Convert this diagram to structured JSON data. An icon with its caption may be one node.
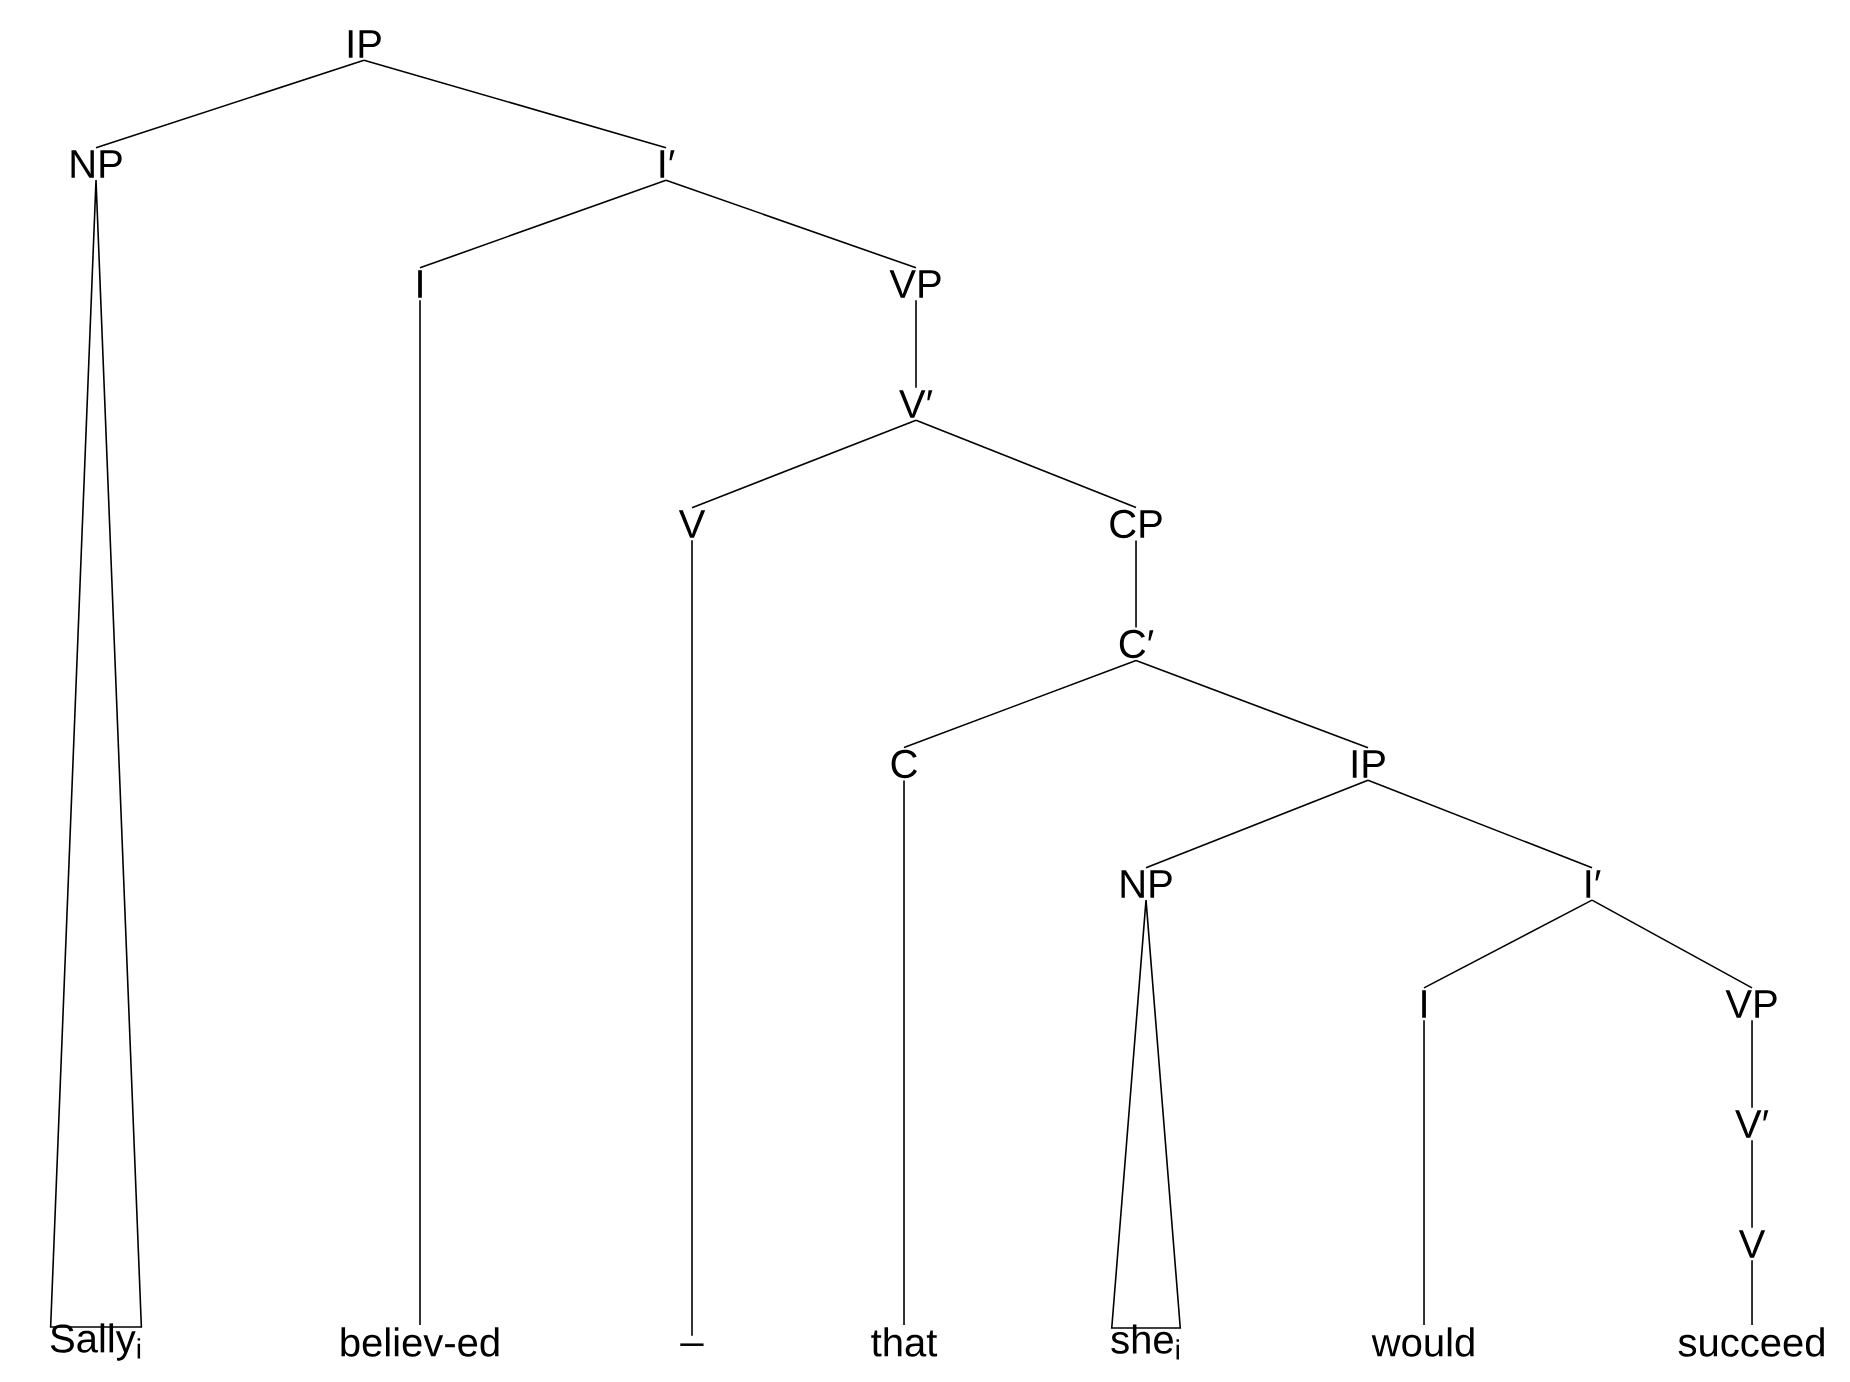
{
  "diagram": {
    "nodes": [
      {
        "text": [
          "IP"
        ]
      },
      {
        "text": [
          "NP"
        ]
      },
      {
        "text": [
          "I′"
        ]
      },
      {
        "text": [
          "I"
        ]
      },
      {
        "text": [
          "VP"
        ]
      },
      {
        "text": [
          "V′"
        ]
      },
      {
        "text": [
          "V"
        ]
      },
      {
        "text": [
          "CP"
        ]
      },
      {
        "text": [
          "C′"
        ]
      },
      {
        "text": [
          "C"
        ]
      },
      {
        "text": [
          "IP"
        ]
      },
      {
        "text": [
          "NP"
        ]
      },
      {
        "text": [
          "I′"
        ]
      },
      {
        "text": [
          "I"
        ]
      },
      {
        "text": [
          "VP"
        ]
      },
      {
        "text": [
          "V′"
        ]
      },
      {
        "text": [
          "V"
        ]
      },
      {
        "text": [
          "Sally$_{i}$"
        ]
      },
      {
        "text": [
          "believ-ed"
        ]
      },
      {
        "text": [
          "_"
        ]
      },
      {
        "text": [
          "that"
        ]
      },
      {
        "text": [
          "she$_{i}$"
        ]
      },
      {
        "text": [
          "would"
        ]
      },
      {
        "text": [
          "succeed"
        ]
      }
    ],
    "edges": [
      {
        "from": 0,
        "to": 1,
        "arrow": "none"
      },
      {
        "from": 0,
        "to": 2,
        "arrow": "none"
      },
      {
        "from": 1,
        "to": 17,
        "arrow": "none"
      },
      {
        "from": 2,
        "to": 3,
        "arrow": "none"
      },
      {
        "from": 2,
        "to": 4,
        "arrow": "none"
      },
      {
        "from": 3,
        "to": 18,
        "arrow": "none"
      },
      {
        "from": 4,
        "to": 5,
        "arrow": "none"
      },
      {
        "from": 5,
        "to": 6,
        "arrow": "none"
      },
      {
        "from": 5,
        "to": 7,
        "arrow": "none"
      },
      {
        "from": 6,
        "to": 19,
        "arrow": "none"
      },
      {
        "from": 7,
        "to": 8,
        "arrow": "none"
      },
      {
        "from": 8,
        "to": 9,
        "arrow": "none"
      },
      {
        "from": 8,
        "to": 10,
        "arrow": "none"
      },
      {
        "from": 9,
        "to": 20,
        "arrow": "none"
      },
      {
        "from": 10,
        "to": 11,
        "arrow": "none"
      },
      {
        "from": 10,
        "to": 12,
        "arrow": "none"
      },
      {
        "from": 11,
        "to": 21,
        "arrow": "none"
      },
      {
        "from": 12,
        "to": 13,
        "arrow": "none"
      },
      {
        "from": 12,
        "to": 14,
        "arrow": "none"
      },
      {
        "from": 13,
        "to": 22,
        "arrow": "none"
      },
      {
        "from": 14,
        "to": 15,
        "arrow": "none"
      },
      {
        "from": 15,
        "to": 16,
        "arrow": "none"
      },
      {
        "from": 16,
        "to": 23,
        "arrow": "none"
      }
    ]
  }
}
